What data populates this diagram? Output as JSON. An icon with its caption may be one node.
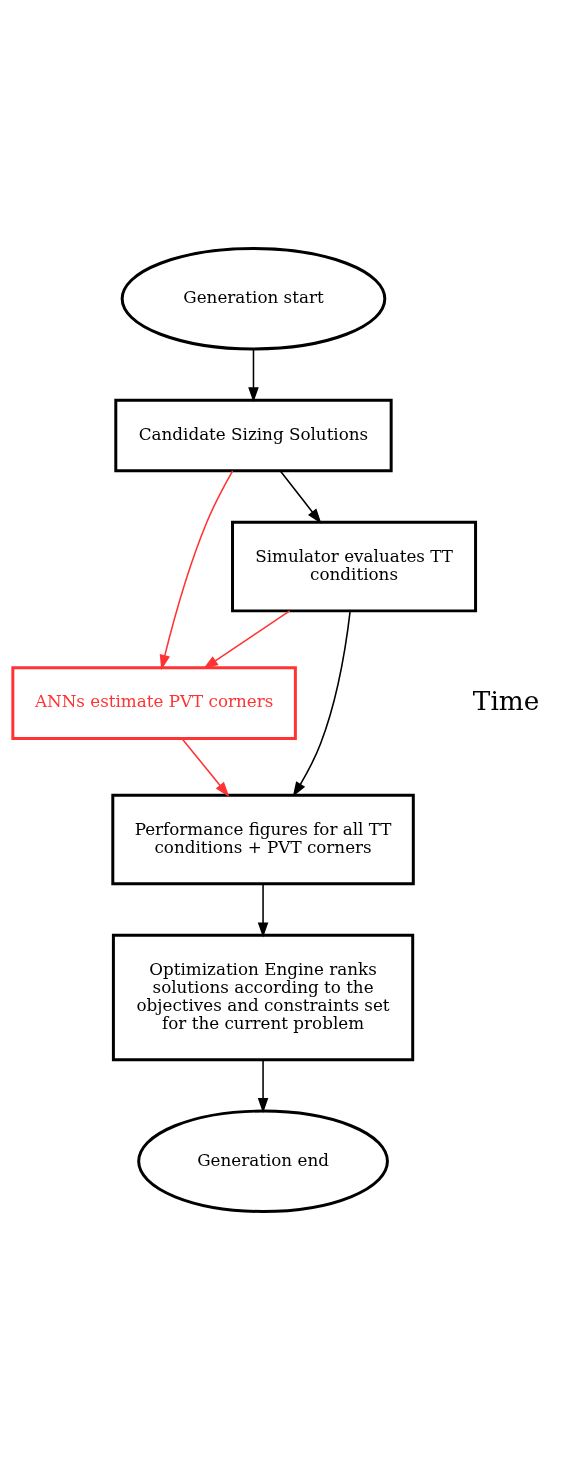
{
  "diagram": {
    "nodes": [
      {
        "text": [
          "Generation start"
        ]
      },
      {
        "text": [
          "Candidate Sizing Solutions"
        ]
      },
      {
        "text": [
          "Simulator evaluates TT conditions"
        ]
      },
      {
        "text": [
          "ANNs estimate PVT corners"
        ]
      },
      {
        "text": [
          "Performance figures for all TT conditions + PVT corners"
        ]
      },
      {
        "text": [
          "Optimization Engine ranks solutions according to the objectives and constraints set for the current problem"
        ]
      },
      {
        "text": [
          "Generation end"
        ]
      }
    ],
    "edges": [
      {
        "from": 0,
        "to": 1,
        "arrow": "to"
      },
      {
        "from": 1,
        "to": 2,
        "arrow": "to"
      },
      {
        "from": 1,
        "to": 3,
        "arrow": "to",
        "color": "#ff3333"
      },
      {
        "from": 2,
        "to": 3,
        "arrow": "to",
        "color": "#ff3333"
      },
      {
        "from": 2,
        "to": 4,
        "arrow": "to"
      },
      {
        "from": 3,
        "to": 4,
        "arrow": "to",
        "color": "#ff3333"
      },
      {
        "from": 4,
        "to": 5,
        "arrow": "to"
      },
      {
        "from": 5,
        "to": 6,
        "arrow": "to"
      }
    ],
    "labels": [
      "Time"
    ]
  }
}
